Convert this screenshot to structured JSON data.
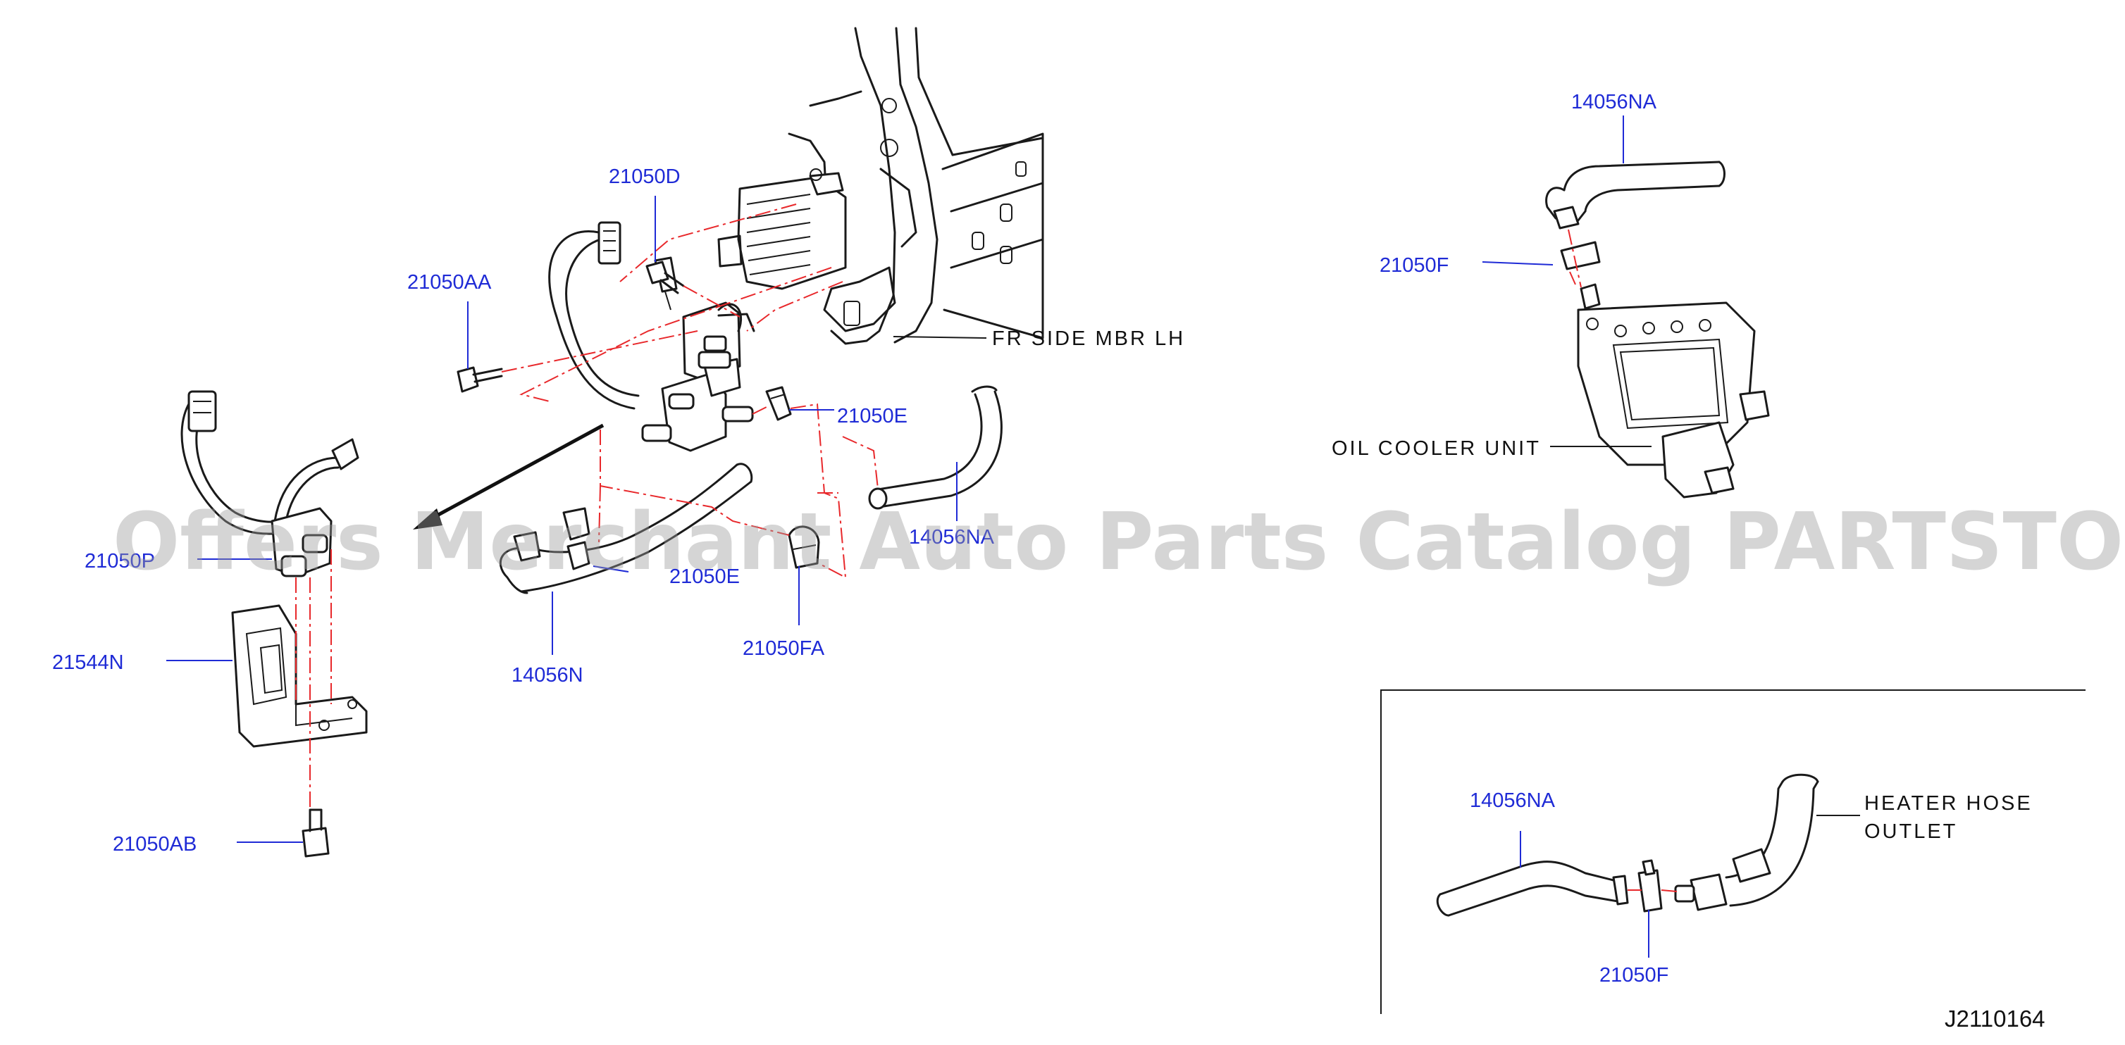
{
  "labels": {
    "p21050D": "21050D",
    "p21050AA": "21050AA",
    "p21050E_top": "21050E",
    "p21050E_bot": "21050E",
    "p21050FA": "21050FA",
    "p14056N": "14056N",
    "p14056NA_mid": "14056NA",
    "p21050P": "21050P",
    "p21544N": "21544N",
    "p21050AB": "21050AB",
    "p14056NA_oil": "14056NA",
    "p21050F_oil": "21050F",
    "p14056NA_heater": "14056NA",
    "p21050F_heater": "21050F"
  },
  "notes": {
    "fr_side_mbr": "FR   SIDE   MBR   LH",
    "oil_cooler": "OIL   COOLER   UNIT",
    "heater_line1": "HEATER   HOSE",
    "heater_line2": "OUTLET"
  },
  "diagram_code": "J2110164",
  "watermark": "Offers Merchant Auto Parts Catalog PARTSTORE.SA",
  "colors": {
    "label": "#1f2bd6",
    "centerline": "#e8282b",
    "ink": "#1a1a1a"
  }
}
